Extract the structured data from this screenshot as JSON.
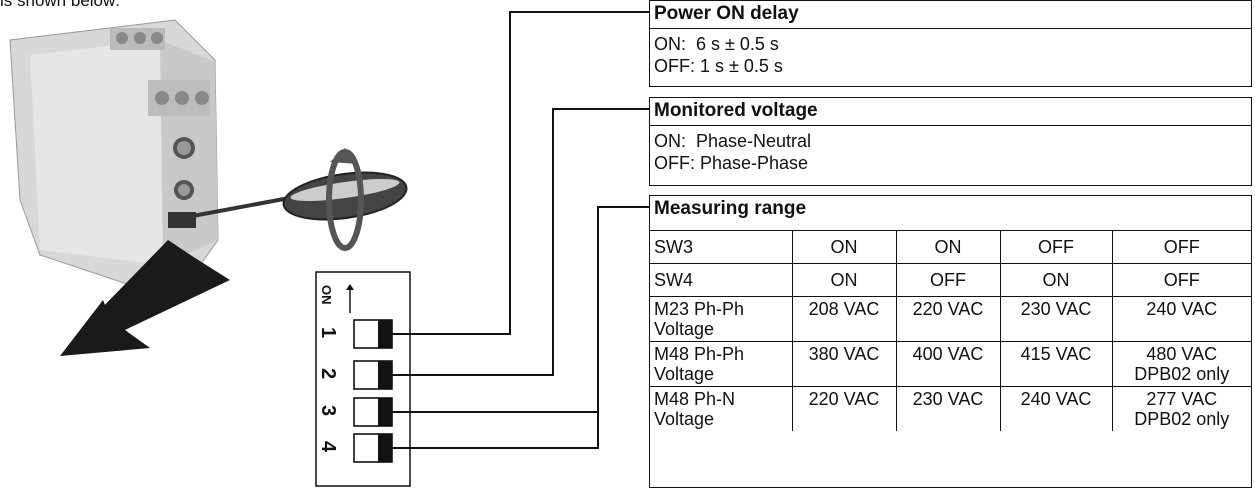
{
  "header_fragment": "is shown below:",
  "power_on_delay": {
    "title": "Power ON delay",
    "on": "ON:  6 s ± 0.5 s",
    "off": "OFF: 1 s ± 0.5 s"
  },
  "monitored_voltage": {
    "title": "Monitored voltage",
    "on": "ON:  Phase-Neutral",
    "off": "OFF: Phase-Phase"
  },
  "measuring_range": {
    "title": "Measuring range",
    "rows": [
      {
        "label": "SW3",
        "cells": [
          "ON",
          "ON",
          "OFF",
          "OFF"
        ]
      },
      {
        "label": "SW4",
        "cells": [
          "ON",
          "OFF",
          "ON",
          "OFF"
        ]
      },
      {
        "label_line1": "M23 Ph-Ph",
        "label_line2": "Voltage",
        "cells": [
          "208 VAC",
          "220 VAC",
          "230 VAC",
          "240 VAC"
        ]
      },
      {
        "label_line1": "M48 Ph-Ph",
        "label_line2": "Voltage",
        "cells": [
          "380 VAC",
          "400 VAC",
          "415 VAC"
        ],
        "last_line1": "480 VAC",
        "last_line2": "DPB02 only"
      },
      {
        "label_line1": "M48 Ph-N",
        "label_line2": "Voltage",
        "cells": [
          "220 VAC",
          "230 VAC",
          "240 VAC"
        ],
        "last_line1": "277 VAC",
        "last_line2": "DPB02 only"
      }
    ]
  },
  "dip_switch": {
    "on_label": "ON",
    "switches": [
      "1",
      "2",
      "3",
      "4"
    ]
  }
}
